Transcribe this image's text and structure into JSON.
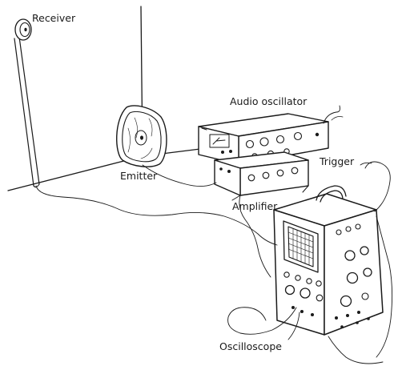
{
  "labels": {
    "receiver": "Receiver",
    "emitter": "Emitter",
    "audio_oscillator": "Audio oscillator",
    "amplifier": "Amplifier",
    "trigger": "Trigger",
    "oscilloscope": "Oscilloscope"
  },
  "colors": {
    "ink": "#1a1a1a",
    "paper": "#ffffff"
  }
}
